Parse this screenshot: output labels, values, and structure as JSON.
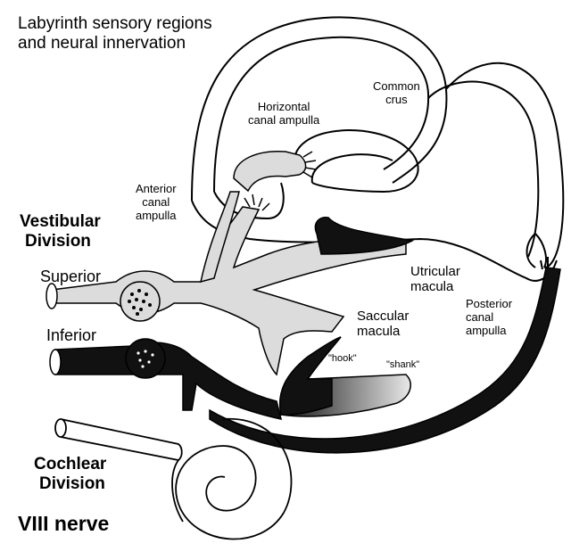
{
  "title": [
    "Labyrinth sensory regions",
    "and neural innervation"
  ],
  "labels": {
    "common_crus": [
      "Common",
      "crus"
    ],
    "horizontal_ampulla": [
      "Horizontal",
      "canal ampulla"
    ],
    "anterior_ampulla": [
      "Anterior",
      "canal",
      "ampulla"
    ],
    "vestibular_division": [
      "Vestibular",
      "Division"
    ],
    "superior": "Superior",
    "inferior": "Inferior",
    "utricular_macula": [
      "Utricular",
      "macula"
    ],
    "saccular_macula": [
      "Saccular",
      "macula"
    ],
    "posterior_ampulla": [
      "Posterior",
      "canal",
      "ampulla"
    ],
    "hook": "\"hook\"",
    "shank": "\"shank\"",
    "cochlear_division": [
      "Cochlear",
      "Division"
    ],
    "viii_nerve": "VIII nerve"
  },
  "colors": {
    "nerve_light": "#dcdcdc",
    "nerve_dark": "#111111",
    "outline": "#000000"
  }
}
